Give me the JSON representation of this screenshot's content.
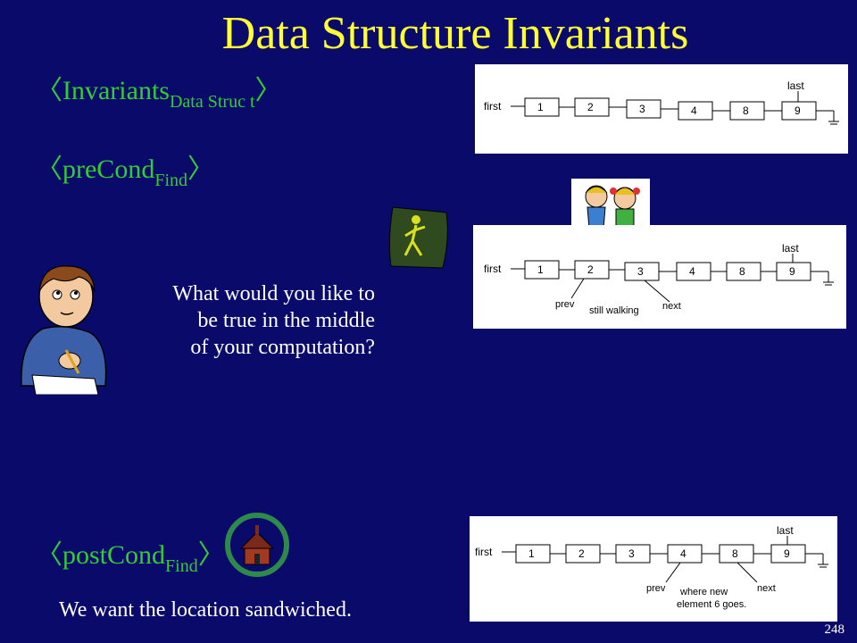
{
  "title": "Data Structure Invariants",
  "invariants": {
    "label": "Invariants",
    "sub": "Data Struc t"
  },
  "precond": {
    "label": "preCond",
    "sub": "Find"
  },
  "postcond": {
    "label": "postCond",
    "sub": "Find"
  },
  "question": [
    "What would you like to",
    "be true in the middle",
    "of your computation?"
  ],
  "sandwich_text": "We want the location sandwiched.",
  "slide_number": "248",
  "brackets": {
    "open": "〈",
    "close": "〉"
  },
  "list_diagram": {
    "first_label": "first",
    "last_label": "last",
    "nodes": [
      "1",
      "2",
      "3",
      "4",
      "8",
      "9"
    ]
  },
  "walking_labels": {
    "prev": "prev",
    "still": "still walking",
    "next": "next"
  },
  "sandwich_labels": {
    "prev": "prev",
    "where1": "where new",
    "where2": "element 6 goes.",
    "next": "next"
  },
  "colors": {
    "background": "#0a0a6b",
    "title": "#ffff33",
    "condition": "#33cc33",
    "text": "#ffffff"
  }
}
